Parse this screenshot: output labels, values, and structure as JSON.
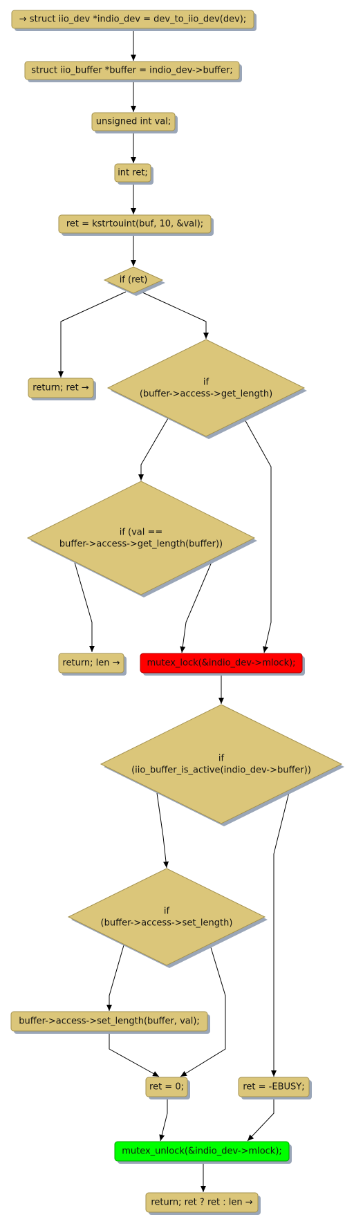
{
  "colors": {
    "node_fill": "#dbc67a",
    "node_border": "#a3914f",
    "shadow": "#9aa6b8",
    "lock_fill": "#ff0000",
    "unlock_fill": "#00ff00",
    "edge": "#000000"
  },
  "nodes": {
    "n1": "→ struct iio_dev *indio_dev = dev_to_iio_dev(dev);",
    "n2": "struct iio_buffer *buffer = indio_dev->buffer;",
    "n3": "unsigned int val;",
    "n4": "int ret;",
    "n5": "ret = kstrtouint(buf, 10, &val);",
    "d1": "if (ret)",
    "n6": "return; ret →",
    "d2_line1": "if",
    "d2_line2": "(buffer->access->get_length)",
    "d3_line1": "if (val ==",
    "d3_line2": "buffer->access->get_length(buffer))",
    "n7": "return; len →",
    "lock": "mutex_lock(&indio_dev->mlock);",
    "d4_line1": "if",
    "d4_line2": "(iio_buffer_is_active(indio_dev->buffer))",
    "d5_line1": "if",
    "d5_line2": "(buffer->access->set_length)",
    "n8": "buffer->access->set_length(buffer, val);",
    "n9": "ret = 0;",
    "n10": "ret = -EBUSY;",
    "unlock": "mutex_unlock(&indio_dev->mlock);",
    "n11": "return; ret ? ret : len →"
  }
}
